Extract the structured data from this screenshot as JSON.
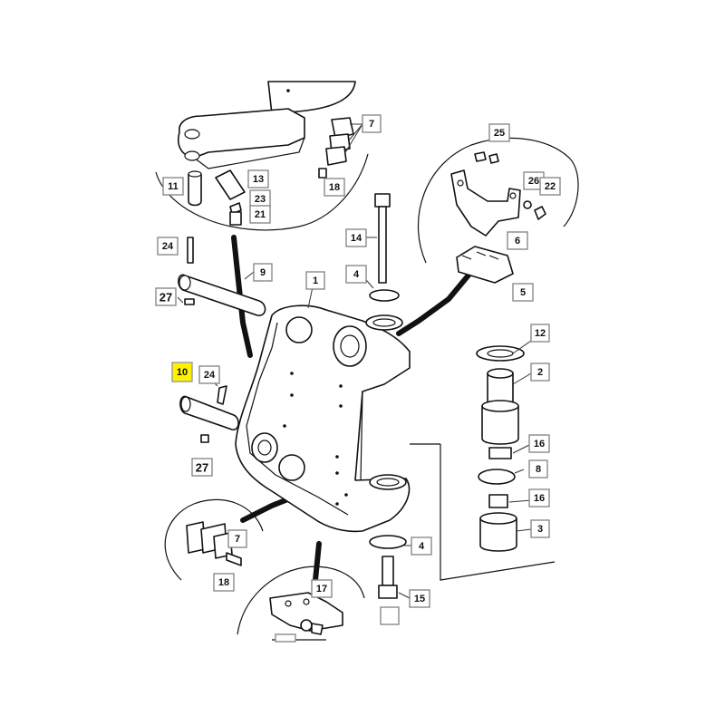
{
  "diagram": {
    "callouts": {
      "c7a": "7",
      "c13": "13",
      "c11": "11",
      "c23": "23",
      "c21": "21",
      "c18a": "18",
      "c25": "25",
      "c26": "26",
      "c22": "22",
      "c6": "6",
      "c5": "5",
      "c14": "14",
      "c4a": "4",
      "c1": "1",
      "c24a": "24",
      "c9": "9",
      "c27a": "27",
      "c10": "10",
      "c24b": "24",
      "c27b": "27",
      "c12": "12",
      "c2": "2",
      "c16a": "16",
      "c8": "8",
      "c16b": "16",
      "c3": "3",
      "c7b": "7",
      "c18b": "18",
      "c4b": "4",
      "c17": "17",
      "c15": "15"
    },
    "highlight_color": "#fff200"
  }
}
